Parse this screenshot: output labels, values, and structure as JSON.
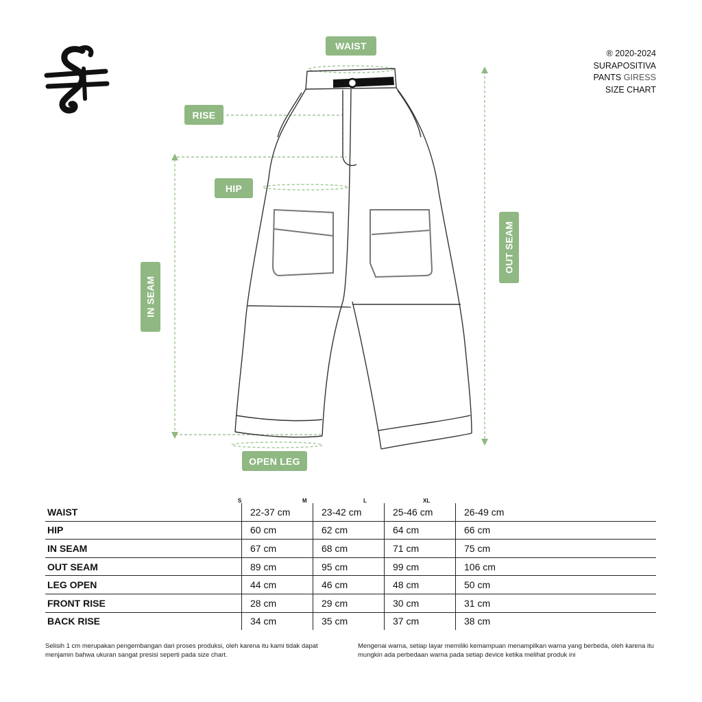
{
  "brand": {
    "line1": "® 2020-2024",
    "line2": "SURAPOSITIVA",
    "line3_a": "PANTS",
    "line3_b": "GIRESS",
    "line4": "SIZE CHART"
  },
  "tags": {
    "waist": "WAIST",
    "rise": "RISE",
    "hip": "HIP",
    "in_seam": "IN SEAM",
    "out_seam": "OUT SEAM",
    "open_leg": "OPEN LEG"
  },
  "colors": {
    "accent": "#8fb882",
    "line": "#9fc596",
    "ink": "#111111"
  },
  "size_chart": {
    "sizes": [
      "S",
      "M",
      "L",
      "XL"
    ],
    "rows": [
      {
        "label": "WAIST",
        "values": [
          "22-37 cm",
          "23-42 cm",
          "25-46 cm",
          "26-49 cm"
        ]
      },
      {
        "label": "HIP",
        "values": [
          "60 cm",
          "62 cm",
          "64 cm",
          "66 cm"
        ]
      },
      {
        "label": "IN SEAM",
        "values": [
          "67 cm",
          "68 cm",
          "71 cm",
          "75 cm"
        ]
      },
      {
        "label": "OUT SEAM",
        "values": [
          "89 cm",
          "95 cm",
          "99 cm",
          "106 cm"
        ]
      },
      {
        "label": "LEG OPEN",
        "values": [
          "44 cm",
          "46 cm",
          "48 cm",
          "50 cm"
        ]
      },
      {
        "label": "FRONT RISE",
        "values": [
          "28 cm",
          "29 cm",
          "30 cm",
          "31 cm"
        ]
      },
      {
        "label": "BACK RISE",
        "values": [
          "34 cm",
          "35 cm",
          "37 cm",
          "38 cm"
        ]
      }
    ]
  },
  "notes": {
    "left": "Selisih 1 cm merupakan pengembangan dari proses produksi, oleh karena itu kami tidak dapat menjamin bahwa ukuran sangat presisi seperti pada size chart.",
    "right": "Mengenai warna, setiap layar memiliki kemampuan menampilkan warna yang berbeda, oleh karena itu mungkin ada perbedaan warna pada setiap device ketika melihat produk ini"
  }
}
